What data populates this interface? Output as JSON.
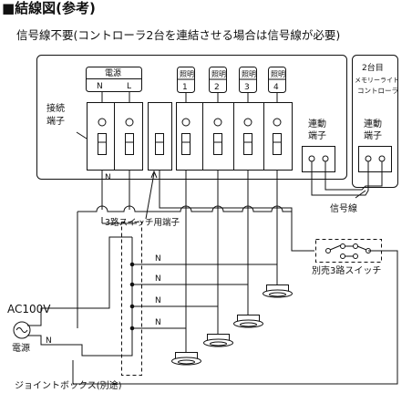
{
  "title": "■結線図(参考)",
  "subtitle": "信号線不要(コントローラ2台を連結させる場合は信号線が必要)",
  "controller": {
    "power_label": "電源",
    "power_n": "N",
    "power_l": "L",
    "connection_terminal": [
      "接続",
      "端子"
    ],
    "lighting_label": "照明",
    "lighting_numbers": [
      "1",
      "2",
      "3",
      "4"
    ],
    "link_terminal": [
      "連動",
      "端子"
    ],
    "n_mark": "N",
    "three_way_terminal": "3路スイッチ用端子"
  },
  "second_controller": {
    "title": [
      "2台目",
      "メモリーライト",
      "コントローラ"
    ],
    "link_terminal": [
      "連動",
      "端子"
    ]
  },
  "signal_line": "信号線",
  "three_way_switch": "別売3路スイッチ",
  "supply": {
    "voltage": "AC100V",
    "label": "電源",
    "n_mark": "N"
  },
  "junction_box": "ジョイントボックス(別途)",
  "wire_n_labels": [
    "N",
    "N",
    "N",
    "N"
  ]
}
